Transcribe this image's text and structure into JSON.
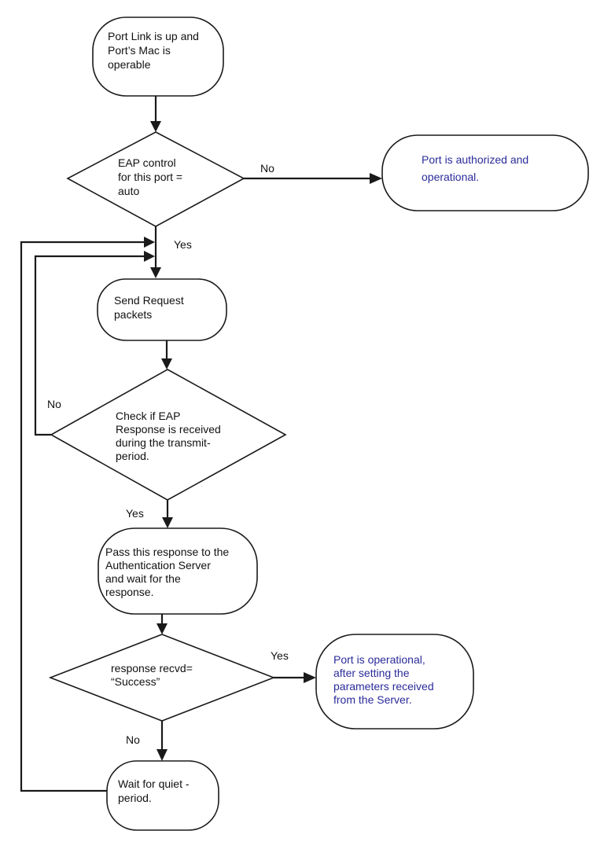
{
  "colors": {
    "stroke": "#1a1a1a",
    "text": "#111111",
    "highlight_text": "#2b2b9a"
  },
  "nodes": {
    "start": [
      "Port Link is up and",
      "Port’s Mac is",
      "operable"
    ],
    "eap_control": [
      "EAP control",
      "for this port =",
      "auto"
    ],
    "authorized": [
      "Port is authorized and",
      "operational."
    ],
    "send_request": [
      "Send Request",
      "packets"
    ],
    "check_response": [
      "Check if EAP",
      "Response is received",
      "during the transmit-",
      "period."
    ],
    "pass_response": [
      "Pass this response to the",
      "Authentication Server",
      "and wait for the",
      "response."
    ],
    "success_check": [
      "response recvd=",
      "“Success”"
    ],
    "operational": [
      "Port is operational,",
      "after setting the",
      "parameters received",
      "from the Server."
    ],
    "quiet_period": [
      "Wait for quiet -",
      "period."
    ]
  },
  "edges": {
    "eap_no": "No",
    "eap_yes": "Yes",
    "check_no": "No",
    "check_yes": "Yes",
    "success_yes": "Yes",
    "success_no": "No"
  }
}
